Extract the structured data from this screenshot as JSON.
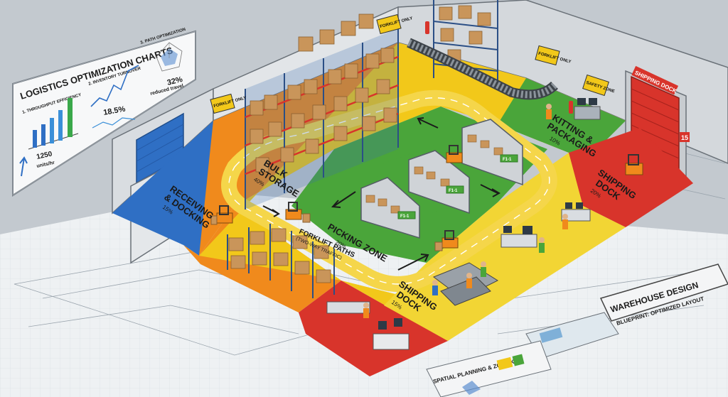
{
  "charts_board": {
    "title": "LOGISTICS OPTIMIZATION CHARTS",
    "panel1_title": "1. THROUGHPUT EFFICIENCY",
    "panel1_value": "1250",
    "panel1_unit": "units/hr",
    "panel2_title": "2. INVENTORY TURNOVER",
    "panel2_value": "18.5%",
    "panel3_title": "3. PATH OPTIMIZATION",
    "panel3_value": "32%",
    "panel3_note": "reduced travel"
  },
  "zones": [
    {
      "name": "RECEIVING\n& DOCKING",
      "percent": "15%"
    },
    {
      "name": "BULK\nSTORAGE",
      "percent": "40%"
    },
    {
      "name": "PICKING ZONE",
      "percent": "20%"
    },
    {
      "name": "KITTING &\nPACKAGING",
      "percent": "10%"
    },
    {
      "name": "SHIPPING\nDOCK",
      "percent": "20%"
    },
    {
      "name": "SHIPPING\nDOCK",
      "percent": "15%"
    }
  ],
  "forklift_paths": {
    "label": "FORKLIFT PATHS",
    "sub": "(TWO-WAY TRAFFIC)"
  },
  "signs": {
    "forklift_only": "FORKLIFT ONLY",
    "safety_zone": "SAFETY ZONE",
    "shipping_dock": "SHIPPING DOCK",
    "door_number": "15"
  },
  "rack_tags": [
    "F1-1",
    "F1-1",
    "F1-1"
  ],
  "blueprint": {
    "title": "WAREHOUSE DESIGN",
    "subtitle": "BLUEPRINT: OPTIMIZED LAYOUT",
    "key": "SPATIAL PLANNING & ZONE KEY"
  },
  "colors": {
    "receiving": "#2f6fc4",
    "storage": "#f08a1c",
    "picking": "#4aa53a",
    "lanes": "#f2c81a",
    "shipping": "#d8342b",
    "kitting": "#4aa53a"
  }
}
